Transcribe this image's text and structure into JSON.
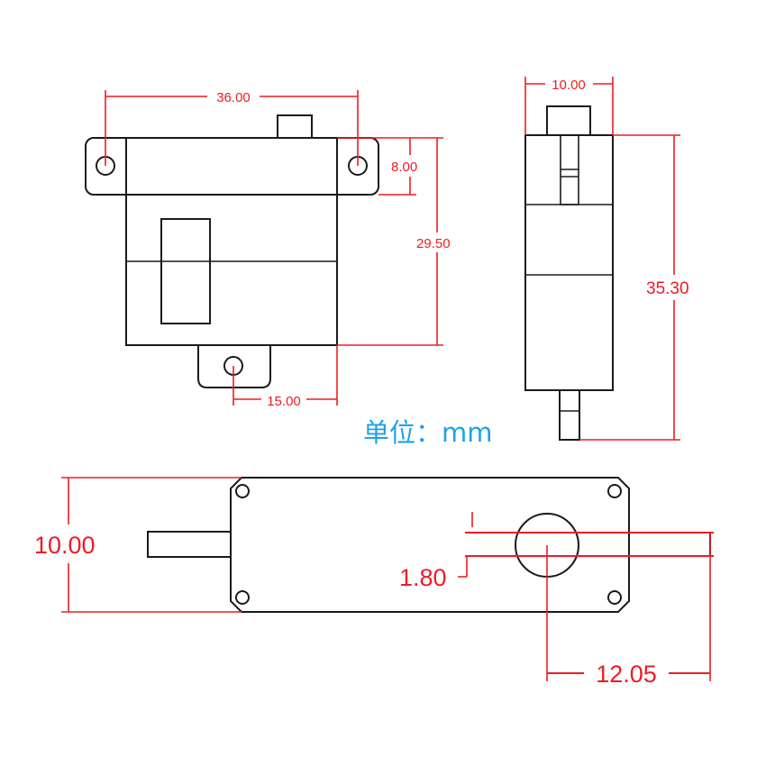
{
  "diagram": {
    "colors": {
      "outline": "#1a1a1a",
      "dimension": "#ee1c24",
      "unit_label": "#1fa2e8",
      "background": "#ffffff"
    },
    "unit_label": "单位：mm",
    "front_view": {
      "width": "36.00",
      "ear_height": "8.00",
      "height": "29.50",
      "shaft_offset": "15.00"
    },
    "side_view": {
      "width": "10.00",
      "total_height": "35.30"
    },
    "top_view": {
      "width": "10.00",
      "shaft_offset_small": "1.80",
      "shaft_distance": "12.05"
    }
  }
}
